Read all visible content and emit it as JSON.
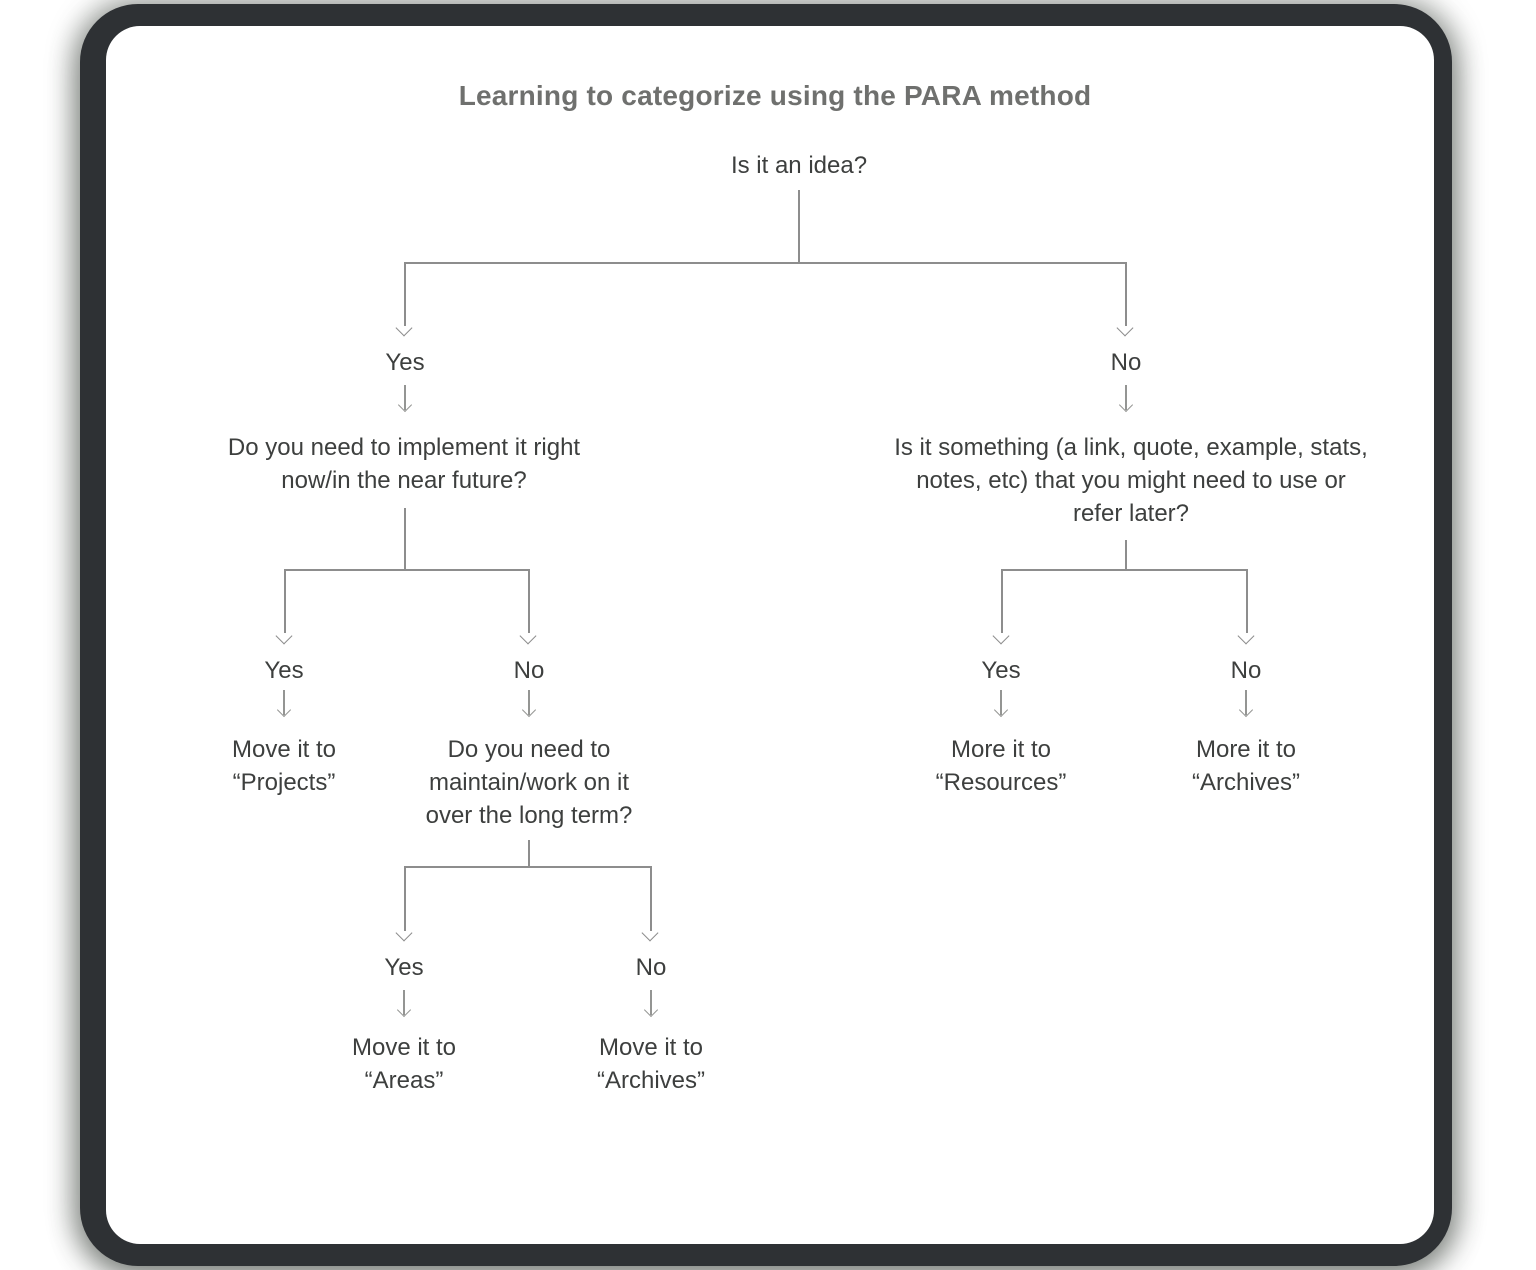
{
  "title": "Learning to categorize using the PARA method",
  "labels": {
    "yes": "Yes",
    "no": "No"
  },
  "nodes": {
    "root": {
      "question": "Is it an idea?"
    },
    "implement": {
      "lines": [
        "Do you need to implement it right",
        "now/in the near future?"
      ]
    },
    "reference": {
      "lines": [
        "Is it something (a link, quote, example, stats,",
        "notes, etc) that you might need to use or",
        "refer later?"
      ]
    },
    "maintain": {
      "lines": [
        "Do you need to",
        "maintain/work on it",
        "over the long term?"
      ]
    },
    "projects": {
      "lines": [
        "Move it to",
        "“Projects”"
      ]
    },
    "areas": {
      "lines": [
        "Move it to",
        "“Areas”"
      ]
    },
    "archives_bottom": {
      "lines": [
        "Move it to",
        "“Archives”"
      ]
    },
    "resources": {
      "lines": [
        "More it to",
        "“Resources”"
      ]
    },
    "archives_right": {
      "lines": [
        "More it to",
        "“Archives”"
      ]
    }
  },
  "colors": {
    "frame": "#2e3134",
    "card": "#ffffff",
    "line": "#8d8d8d",
    "text": "#3d3f3e",
    "title": "#6f706e"
  }
}
